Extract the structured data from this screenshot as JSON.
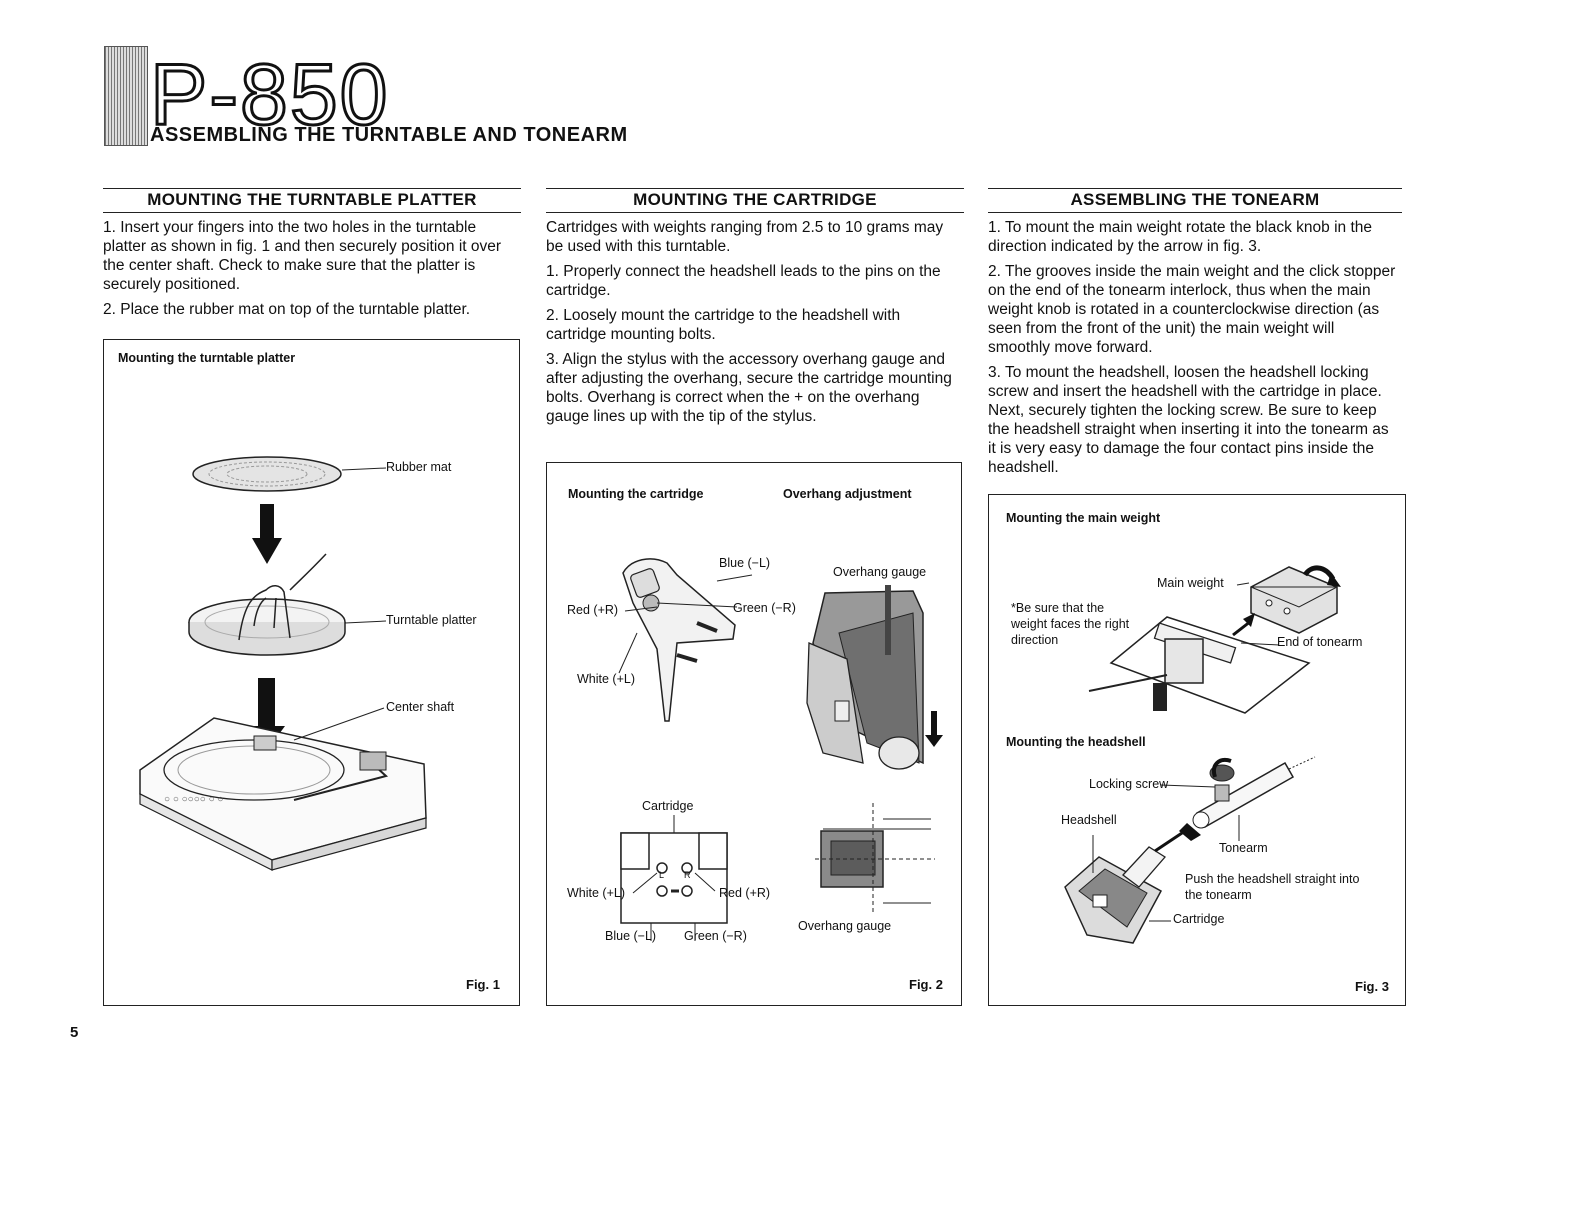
{
  "header": {
    "model": "P-850",
    "section_title": "ASSEMBLING THE TURNTABLE AND TONEARM"
  },
  "columns": [
    {
      "heading": "MOUNTING THE TURNTABLE PLATTER",
      "paragraphs": [
        "1. Insert your fingers into the two holes in the turntable platter as shown in fig. 1 and then securely position it over the center shaft. Check to make sure that the platter is securely positioned.",
        "2. Place the rubber mat on top of the turntable platter."
      ],
      "figure": {
        "caption": "Mounting the turntable platter",
        "labels": {
          "rubber_mat": "Rubber mat",
          "platter": "Turntable platter",
          "shaft": "Center shaft"
        },
        "number": "Fig. 1"
      }
    },
    {
      "heading": "MOUNTING THE CARTRIDGE",
      "paragraphs": [
        "Cartridges with weights ranging from 2.5 to 10 grams may be used with this turntable.",
        "1. Properly connect the headshell leads to the pins on the cartridge.",
        "2. Loosely mount the cartridge to the headshell with cartridge mounting bolts.",
        "3. Align the stylus with the accessory overhang gauge and after adjusting the overhang, secure the cartridge mounting bolts. Overhang is correct when the + on the overhang gauge lines up with the tip of the stylus."
      ],
      "figure": {
        "caption_left": "Mounting the cartridge",
        "caption_right": "Overhang adjustment",
        "labels": {
          "blue_l": "Blue (−L)",
          "red_r": "Red (+R)",
          "green_r": "Green (−R)",
          "white_l": "White (+L)",
          "overhang_gauge": "Overhang gauge",
          "cartridge": "Cartridge",
          "white_l_2": "White (+L)",
          "red_r_2": "Red (+R)",
          "blue_l_2": "Blue (−L)",
          "green_r_2": "Green (−R)",
          "overhang_gauge_2": "Overhang gauge",
          "pin_l": "L",
          "pin_r": "R"
        },
        "number": "Fig. 2"
      }
    },
    {
      "heading": "ASSEMBLING THE TONEARM",
      "paragraphs": [
        "1. To mount the main weight rotate the black knob in the direction indicated by the arrow in fig. 3.",
        "2. The grooves inside the main weight and the click stopper on the end of the tonearm interlock, thus when the main weight knob is rotated in a counterclockwise direction (as seen from the front of the unit) the main weight will smoothly move forward.",
        "3. To mount the headshell, loosen the headshell locking screw and insert the headshell with the cartridge in place. Next, securely tighten the locking screw. Be sure to keep the headshell straight when inserting it into the tonearm as it is very easy to damage the four contact pins inside the headshell."
      ],
      "figure": {
        "caption_top": "Mounting the main weight",
        "caption_bottom": "Mounting the headshell",
        "labels": {
          "note": "*Be sure that the weight faces the right direction",
          "main_weight": "Main weight",
          "end_of_tonearm": "End of tonearm",
          "locking_screw": "Locking screw",
          "headshell": "Headshell",
          "tonearm": "Tonearm",
          "push_note": "Push the headshell straight into the tonearm",
          "cartridge": "Cartridge"
        },
        "number": "Fig. 3"
      }
    }
  ],
  "page_number": "5"
}
